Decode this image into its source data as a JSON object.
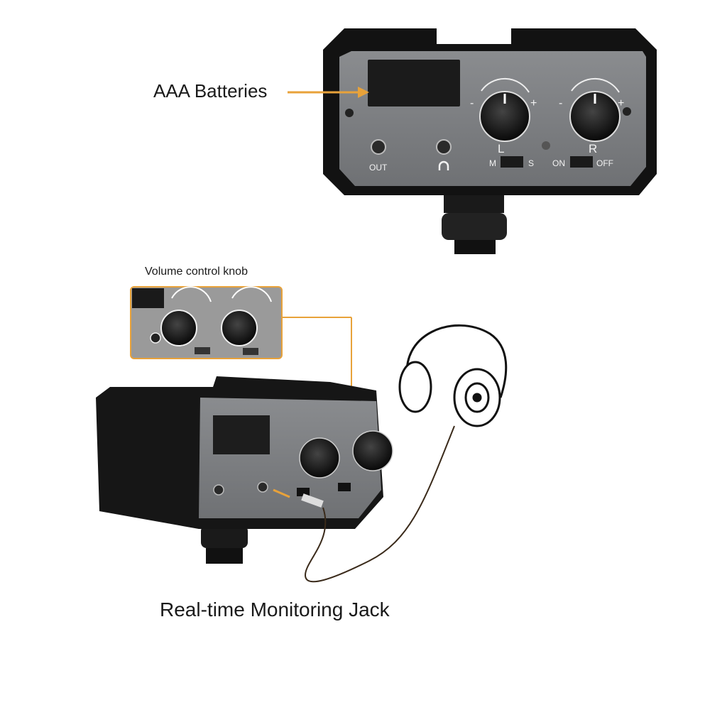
{
  "callouts": {
    "batteries": "AAA Batteries",
    "volume_knob": "Volume control knob",
    "monitoring_jack": "Real-time Monitoring Jack"
  },
  "device_labels": {
    "out": "OUT",
    "left": "L",
    "right": "R",
    "mono": "M",
    "stereo": "S",
    "on": "ON",
    "off": "OFF",
    "minus": "-",
    "plus": "+"
  },
  "colors": {
    "accent_orange": "#E8A23A",
    "panel_gray": "#7d7f82",
    "body_black": "#141414"
  }
}
